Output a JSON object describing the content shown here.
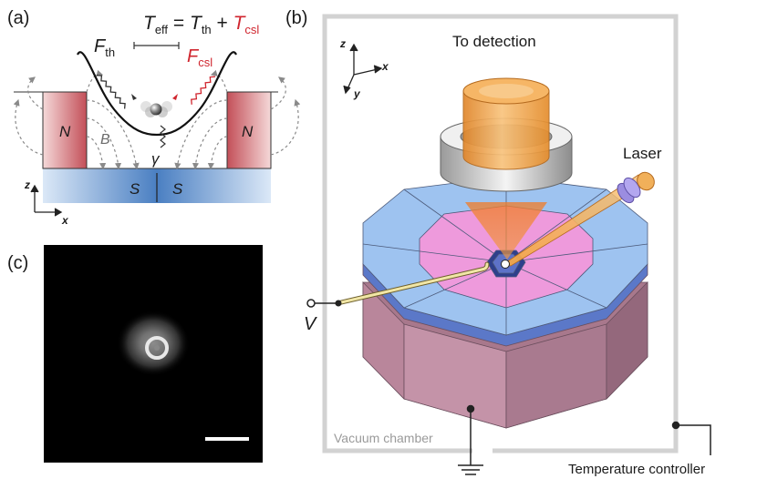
{
  "panels": {
    "a": "(a)",
    "b": "(b)",
    "c": "(c)"
  },
  "panel_a": {
    "equation": {
      "lhs_main": "T",
      "lhs_sub": "eff",
      "eq": " = ",
      "t1_main": "T",
      "t1_sub": "th",
      "plus": " + ",
      "t2_main": "T",
      "t2_sub": "csl"
    },
    "force_th": {
      "main": "F",
      "sub": "th"
    },
    "force_csl": {
      "main": "F",
      "sub": "csl"
    },
    "magnet_left": "N",
    "magnet_right": "N",
    "superconductor_left": "S",
    "superconductor_right": "S",
    "field_label": "B",
    "gamma_label": "γ",
    "axis_z": "z",
    "axis_x": "x"
  },
  "panel_b": {
    "to_detection": "To detection",
    "laser": "Laser",
    "voltage": "V",
    "vacuum_chamber": "Vacuum chamber",
    "temperature_controller": "Temperature controller",
    "axis_z": "z",
    "axis_x": "x",
    "axis_y": "y"
  },
  "colors": {
    "magnet": "#c9646a",
    "superconductor": "#4f82c4",
    "csl_red": "#d0262f",
    "octagon_blue": "#9ec3f0",
    "octagon_pink": "#ee9adc",
    "octagon_side": "#a8788c",
    "lens_orange": "#f2a13f",
    "chamber_grey": "#d2d2d2"
  }
}
